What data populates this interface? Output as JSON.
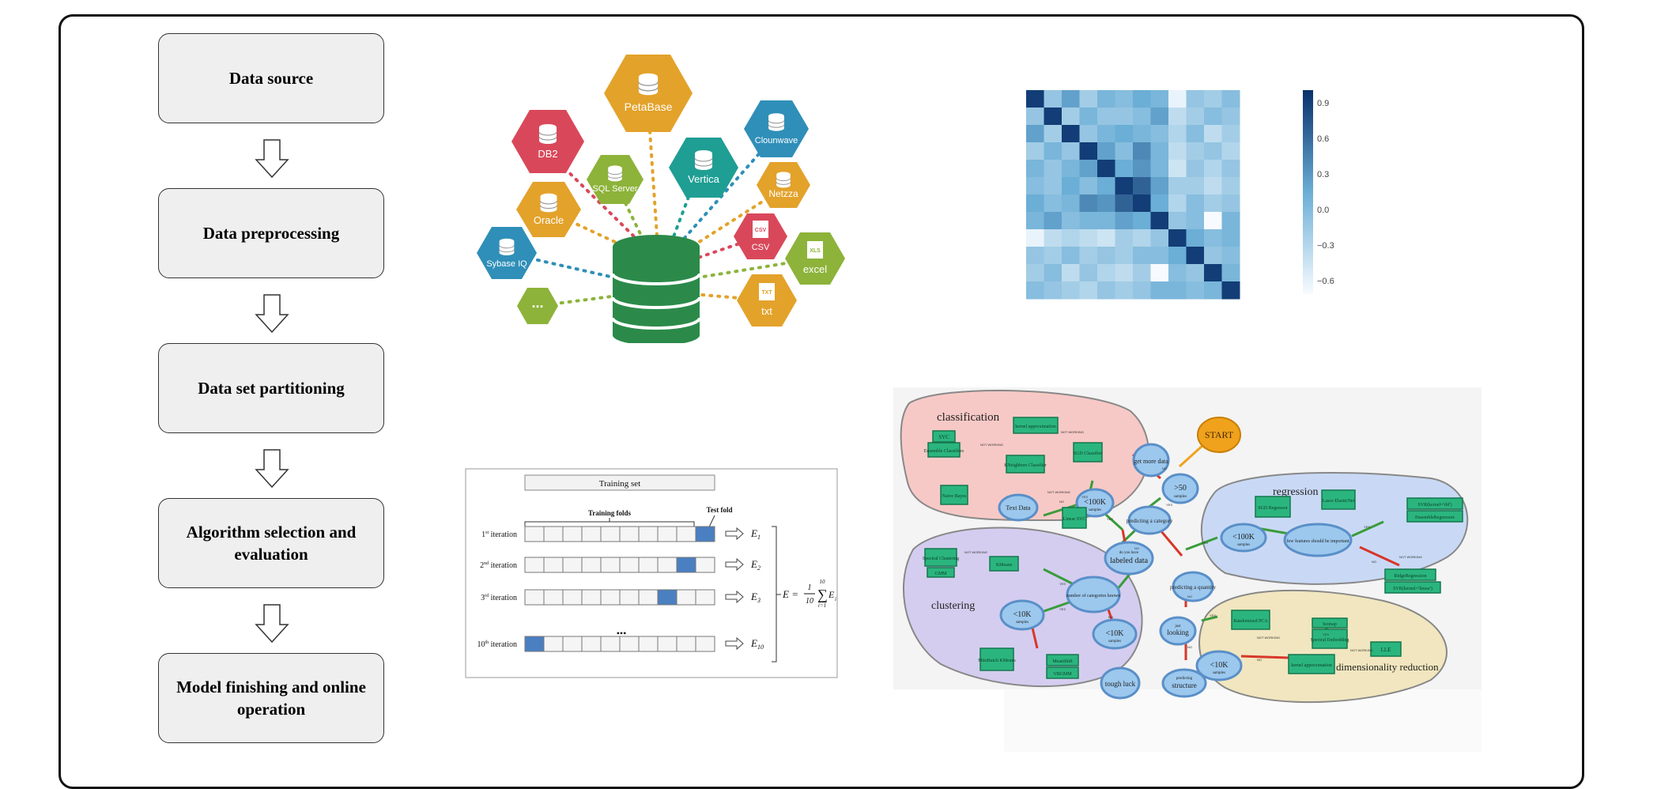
{
  "flow": {
    "steps": [
      "Data source",
      "Data preprocessing",
      "Data set partitioning",
      "Algorithm selection and evaluation",
      "Model finishing and online operation"
    ]
  },
  "databases": {
    "items": [
      "PetaBase",
      "DB2",
      "Clounwave",
      "SQL Server",
      "Vertica",
      "Netzza",
      "Oracle",
      "CSV",
      "Sybase IQ",
      "excel",
      "txt",
      "..."
    ],
    "file_tags": {
      "csv": "CSV",
      "excel": "XLS",
      "txt": "TXT"
    },
    "colors": {
      "red": "#d9485a",
      "orange": "#e3a22a",
      "green_light": "#8db33a",
      "teal": "#1f9e94",
      "blue": "#2f8fb8",
      "cylinder": "#2b8a4a"
    }
  },
  "heatmap": {
    "colorbar_ticks": [
      "0.9",
      "0.6",
      "0.3",
      "0.0",
      "−0.3",
      "−0.6"
    ],
    "size": 12,
    "values": [
      [
        0.95,
        0.35,
        0.55,
        0.3,
        0.45,
        0.4,
        0.5,
        0.45,
        0.05,
        0.35,
        0.3,
        0.4
      ],
      [
        0.35,
        0.95,
        0.3,
        0.45,
        0.35,
        0.35,
        0.4,
        0.55,
        0.2,
        0.3,
        0.4,
        0.35
      ],
      [
        0.55,
        0.3,
        0.95,
        0.35,
        0.45,
        0.5,
        0.45,
        0.4,
        0.25,
        0.4,
        0.2,
        0.3
      ],
      [
        0.3,
        0.45,
        0.35,
        0.95,
        0.55,
        0.4,
        0.65,
        0.45,
        0.2,
        0.3,
        0.35,
        0.25
      ],
      [
        0.45,
        0.35,
        0.45,
        0.55,
        0.95,
        0.5,
        0.6,
        0.45,
        0.15,
        0.35,
        0.25,
        0.35
      ],
      [
        0.4,
        0.35,
        0.5,
        0.4,
        0.5,
        0.95,
        0.8,
        0.55,
        0.3,
        0.3,
        0.2,
        0.3
      ],
      [
        0.5,
        0.4,
        0.45,
        0.65,
        0.6,
        0.8,
        0.95,
        0.5,
        0.25,
        0.4,
        0.3,
        0.35
      ],
      [
        0.45,
        0.55,
        0.4,
        0.45,
        0.45,
        0.55,
        0.5,
        0.95,
        0.35,
        0.4,
        0.0,
        0.45
      ],
      [
        0.05,
        0.2,
        0.25,
        0.2,
        0.15,
        0.3,
        0.25,
        0.35,
        0.95,
        0.5,
        0.4,
        0.45
      ],
      [
        0.35,
        0.3,
        0.4,
        0.3,
        0.35,
        0.3,
        0.4,
        0.4,
        0.5,
        0.95,
        0.35,
        0.4
      ],
      [
        0.3,
        0.4,
        0.2,
        0.35,
        0.25,
        0.2,
        0.3,
        0.0,
        0.4,
        0.35,
        0.95,
        0.45
      ],
      [
        0.4,
        0.35,
        0.3,
        0.25,
        0.35,
        0.3,
        0.35,
        0.45,
        0.45,
        0.4,
        0.45,
        0.95
      ]
    ]
  },
  "cv": {
    "training_set": "Training set",
    "training_folds": "Training folds",
    "test_fold": "Test fold",
    "iter_num": [
      "1",
      "2",
      "3",
      "10"
    ],
    "iter_sup": [
      "st",
      "nd",
      "rd",
      "th"
    ],
    "iter_word": "iteration",
    "test_positions": [
      9,
      8,
      7,
      0
    ],
    "errors": [
      "E",
      "E",
      "E",
      "E"
    ],
    "error_subs": [
      "1",
      "2",
      "3",
      "10"
    ],
    "ellipsis": "•••",
    "formula_lhs": "E =",
    "formula_frac_num": "1",
    "formula_frac_den": "10",
    "formula_sum_top": "10",
    "formula_sum_bottom": "i=1",
    "formula_term": "E",
    "formula_term_sub": "i",
    "fold_count": 10,
    "colors": {
      "test": "#4a7fc1"
    }
  },
  "cheatsheet": {
    "start": "START",
    "regions": {
      "classification": "classification",
      "regression": "regression",
      "clustering": "clustering",
      "dimensionality": "dimensionality reduction"
    },
    "decisions": {
      "more_data": "get more data",
      "gt50": ">50",
      "gt50_sub": "samples",
      "category": "predicting a category",
      "lt100k_cls": "<100K",
      "lt100k_cls_sub": "samples",
      "text_data": "Text Data",
      "labeled": "labeled data",
      "labeled_pre": "do you have",
      "quantity": "predicting a quantity",
      "lt100k_reg": "<100K",
      "lt100k_reg_sub": "samples",
      "few_features": "few features should be important",
      "num_categories": "number of categories known",
      "lt10k_clu": "<10K",
      "lt10k_clu_sub": "samples",
      "lt10k_clu2": "<10K",
      "lt10k_clu2_sub": "samples",
      "looking": "looking",
      "looking_pre": "just",
      "lt10k_dim": "<10K",
      "lt10k_dim_sub": "samples",
      "tough_luck": "tough luck",
      "structure": "structure",
      "structure_pre": "predicting"
    },
    "estimators": {
      "svc": "SVC",
      "ensemble_cls": "Ensemble Classifiers",
      "kernel_approx_cls": "kernel approximation",
      "kneighbors": "KNeighbors Classifier",
      "sgd_cls": "SGD Classifier",
      "naive_bayes": "Naive Bayes",
      "linear_svc": "Linear SVC",
      "sgd_reg": "SGD Regressor",
      "lasso": "Lasso ElasticNet",
      "svr_rbf": "SVR(kernel='rbf')",
      "ensemble_reg": "EnsembleRegressors",
      "ridge": "RidgeRegression",
      "svr_linear": "SVR(kernel='linear')",
      "spectral_clu": "Spectral Clustering",
      "gmm": "GMM",
      "kmeans": "KMeans",
      "minibatch": "MiniBatch KMeans",
      "meanshift": "MeanShift",
      "vbgmm": "VBGMM",
      "randomized_pca": "Randomized PCA",
      "isomap": "Isomap",
      "spectral_emb": "Spectral Embedding",
      "lle": "LLE",
      "kernel_approx_dim": "kernel approximation"
    },
    "edge_labels": {
      "yes": "YES",
      "no": "NO",
      "not_working": "NOT WORKING"
    },
    "colors": {
      "cls": "#f7c9c6",
      "reg": "#c9d9f5",
      "clu": "#d4cdef",
      "dim": "#f1e6bf",
      "node": "#9cc8ee",
      "box": "#2bb57e",
      "start": "#f0a21c"
    }
  }
}
